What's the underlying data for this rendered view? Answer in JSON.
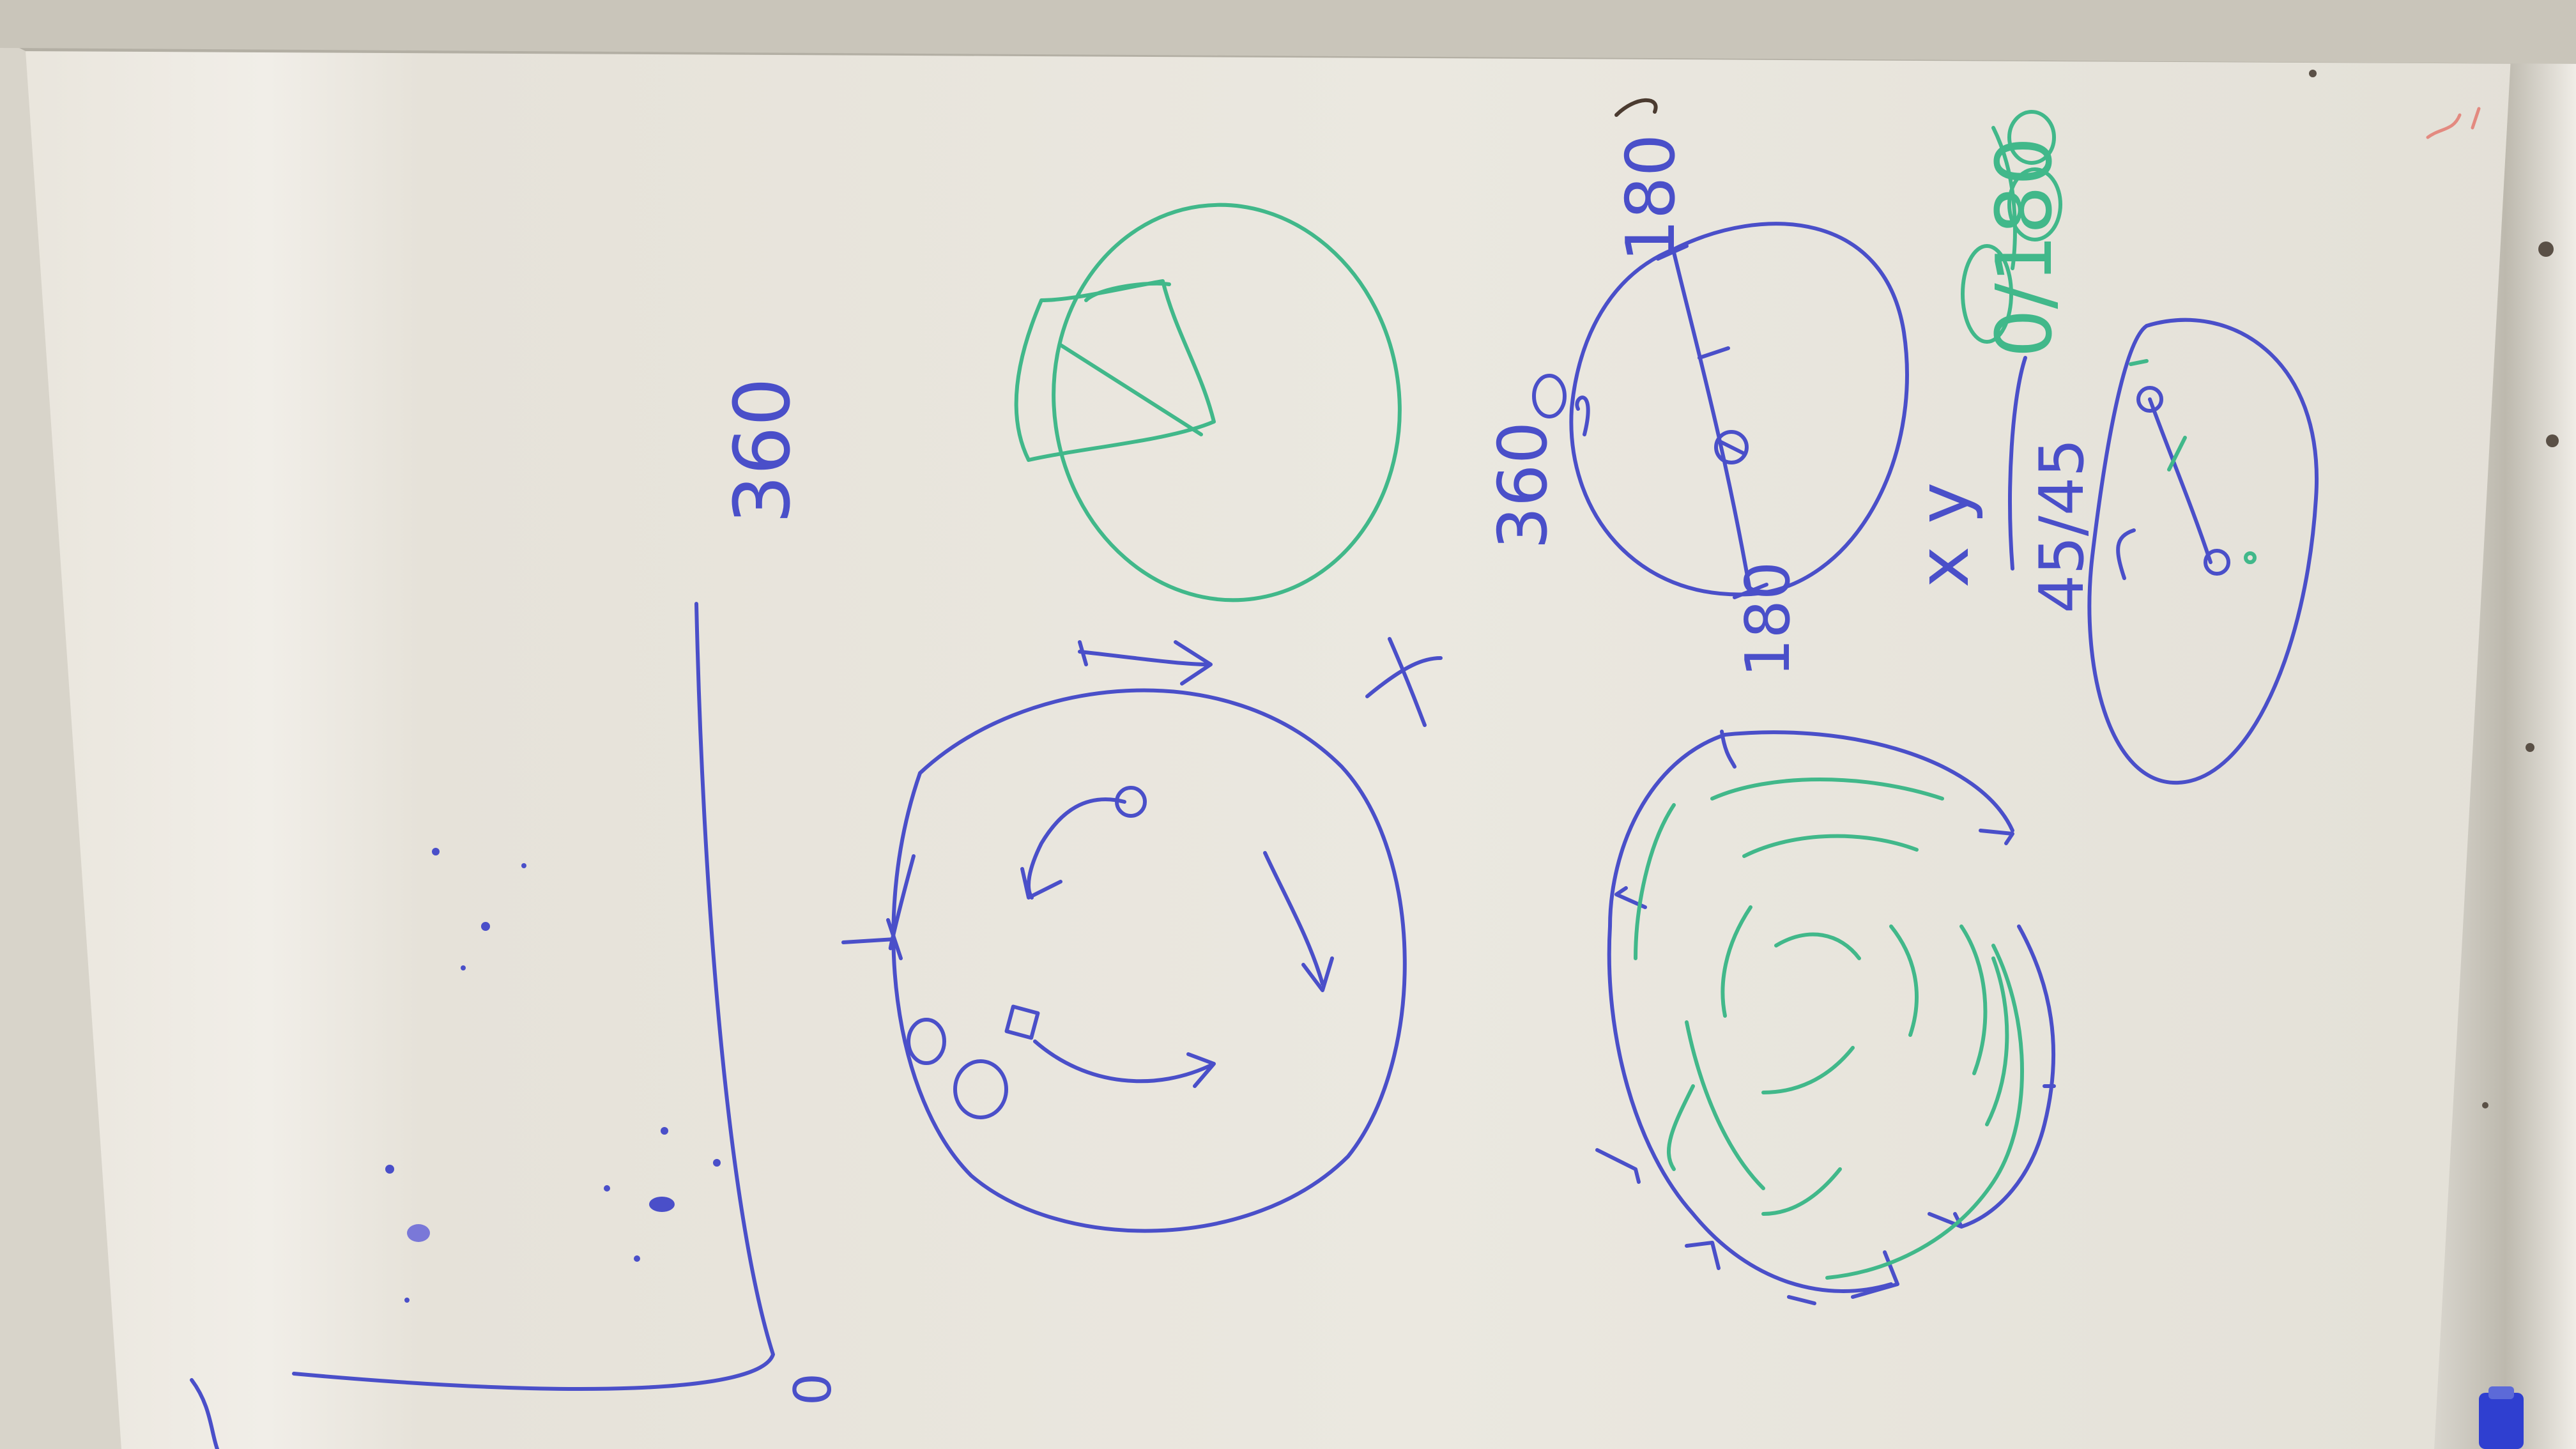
{
  "image_type": "photo",
  "subject": "whiteboard",
  "palette": {
    "board": "#ebe8e0",
    "board_shadow": "#d6d1c6",
    "frame": "#b9b6ac",
    "blue_ink": "#4a4fc9",
    "green_ink": "#41b88a",
    "red_ink": "#e38a80",
    "marker_cap": "#2f3fd0"
  },
  "labels": {
    "axis_top": "360",
    "axis_origin": "0",
    "label_360": "360",
    "label_180_top": "180",
    "label_180_bottom": "180",
    "green_label": "0/180",
    "xy_label": "x y",
    "coord_label": "45/45"
  }
}
